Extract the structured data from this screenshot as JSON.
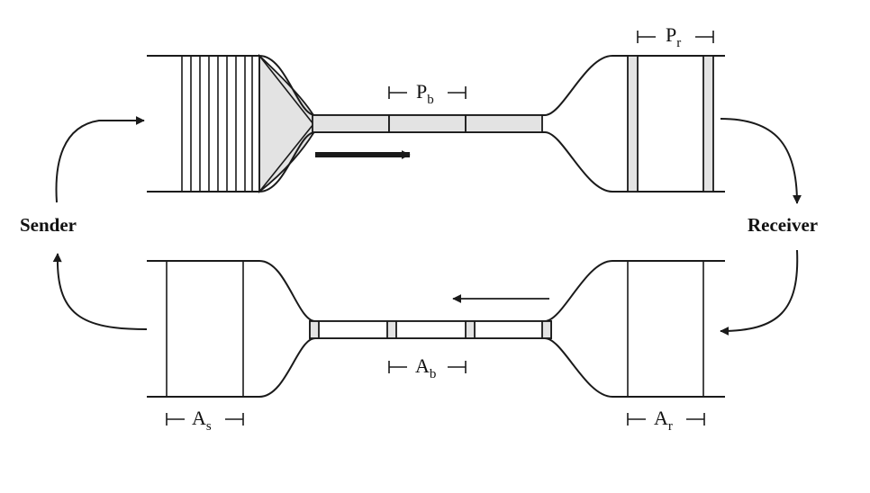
{
  "labels": {
    "sender": "Sender",
    "receiver": "Receiver"
  },
  "annotations": {
    "pr": {
      "base": "P",
      "sub": "r"
    },
    "pb": {
      "base": "P",
      "sub": "b"
    },
    "ab": {
      "base": "A",
      "sub": "b"
    },
    "as": {
      "base": "A",
      "sub": "s"
    },
    "ar": {
      "base": "A",
      "sub": "r"
    }
  },
  "colors": {
    "ink": "#1a1a1a",
    "pipe_fill": "#e3e3e3",
    "background": "#ffffff"
  }
}
